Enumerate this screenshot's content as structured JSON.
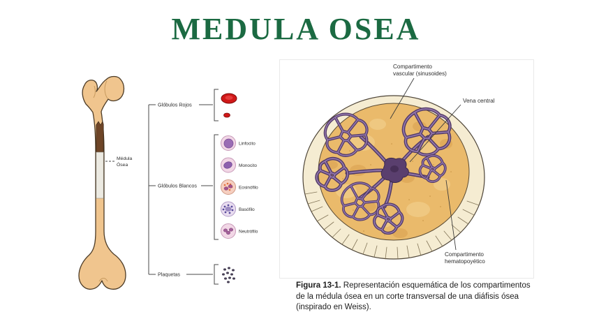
{
  "title": "MEDULA OSEA",
  "bone_panel": {
    "bone_label_line1": "Médula",
    "bone_label_line2": "Ósea",
    "branch_rojos": "Glóbulos Rojos",
    "branch_blancos": "Glóbulos Blancos",
    "branch_plaquetas": "Plaquetas",
    "white_cells": [
      "Linfocito",
      "Monocito",
      "Eosinófilo",
      "Basófilo",
      "Neutrófilo"
    ]
  },
  "figure_panel": {
    "label_vascular_line1": "Compartimento",
    "label_vascular_line2": "vascular (sinusoides)",
    "label_vena": "Vena central",
    "label_hemato_line1": "Compartimento",
    "label_hemato_line2": "hematopoyético",
    "caption_title": "Figura 13-1.",
    "caption_text": "Representación esquemática de los compartimentos de la médula ósea en un corte transversal de una diáfisis ósea (inspirado en Weiss)."
  },
  "icons": {
    "femur": "femur-bone-illustration",
    "red_cell": "red-blood-cell-icon",
    "white_cells": "white-blood-cell-icons",
    "platelets": "platelets-cluster-icon",
    "cross_section": "bone-marrow-cross-section-illustration"
  },
  "colors": {
    "title_green": "#1b6a42",
    "bone_tan": "#f0c58e",
    "marrow_brown": "#6e4527",
    "red_cell": "#d01818",
    "sinusoid_purple": "#6b4f86",
    "hematopoietic_orange": "#eaba6b",
    "cortical_cream": "#f5ecd2"
  }
}
